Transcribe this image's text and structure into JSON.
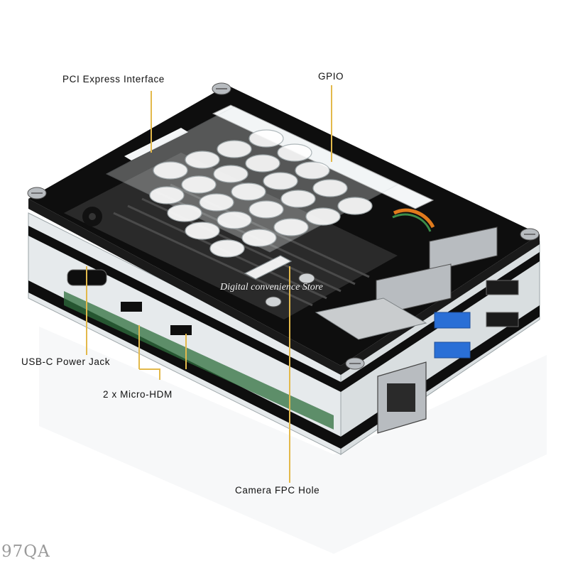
{
  "labels": {
    "pci": "PCI Express Interface",
    "gpio": "GPIO",
    "usbc": "USB-C Power Jack",
    "hdmi": "2 x Micro-HDM",
    "camera": "Camera FPC Hole"
  },
  "watermark": "Digital convenience Store",
  "corner_code": "97QA",
  "colors": {
    "acrylic_black": "#0e0e0e",
    "acrylic_clear": "#e9eef0",
    "heatsink": "#2a2a2a",
    "pcb_green": "#2f6f3e",
    "usb3_blue": "#2a6fd6",
    "metal": "#b8bcc0",
    "pointer": "#e3b94b"
  }
}
